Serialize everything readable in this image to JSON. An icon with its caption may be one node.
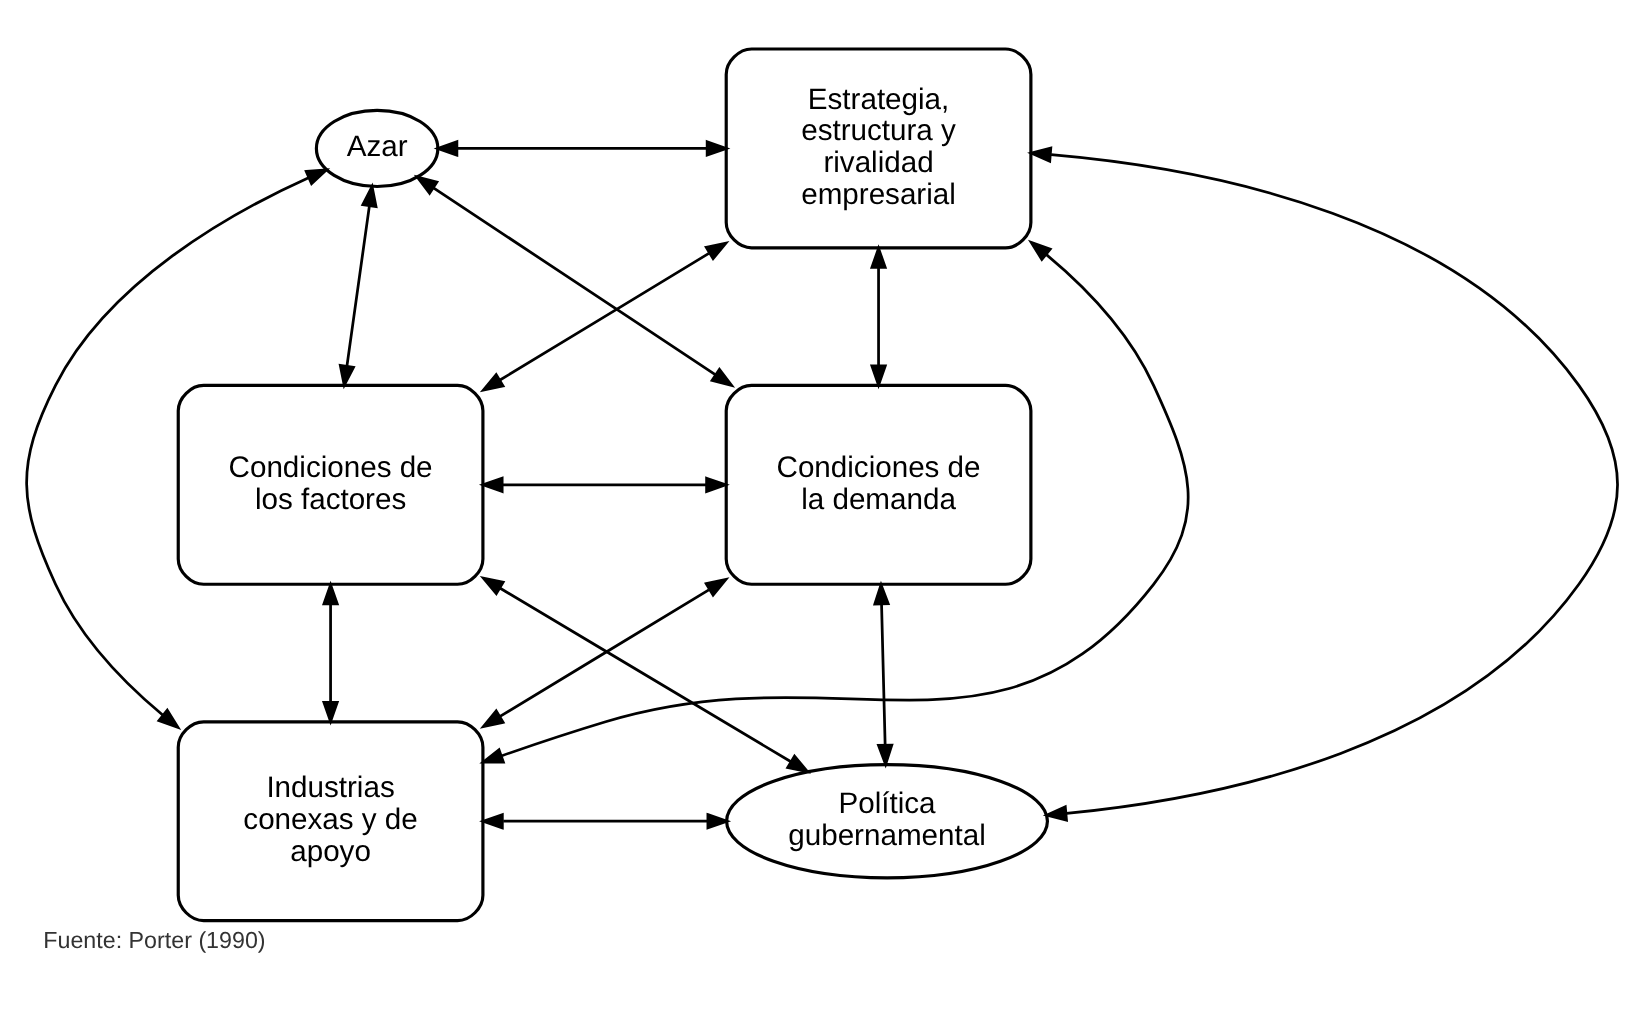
{
  "diagram": {
    "caption": "Fuente: Porter (1990)",
    "nodes": [
      {
        "text": [
          "Azar"
        ]
      },
      {
        "text": [
          "Estrategia, estructura y rivalidad empresarial"
        ]
      },
      {
        "text": [
          "Condiciones de los factores"
        ]
      },
      {
        "text": [
          "Condiciones de la demanda"
        ]
      },
      {
        "text": [
          "Industrias conexas y de apoyo"
        ]
      },
      {
        "text": [
          "Política gubernamental"
        ]
      }
    ],
    "edges": [
      {
        "from": 0,
        "to": 1,
        "arrow": "both"
      },
      {
        "from": 0,
        "to": 2,
        "arrow": "both"
      },
      {
        "from": 0,
        "to": 3,
        "arrow": "both"
      },
      {
        "from": 0,
        "to": 4,
        "arrow": "both"
      },
      {
        "from": 1,
        "to": 3,
        "arrow": "both"
      },
      {
        "from": 1,
        "to": 2,
        "arrow": "both"
      },
      {
        "from": 1,
        "to": 4,
        "arrow": "both"
      },
      {
        "from": 1,
        "to": 5,
        "arrow": "both"
      },
      {
        "from": 2,
        "to": 3,
        "arrow": "both"
      },
      {
        "from": 2,
        "to": 4,
        "arrow": "both"
      },
      {
        "from": 2,
        "to": 5,
        "arrow": "both"
      },
      {
        "from": 3,
        "to": 4,
        "arrow": "both"
      },
      {
        "from": 3,
        "to": 5,
        "arrow": "both"
      },
      {
        "from": 4,
        "to": 5,
        "arrow": "both"
      }
    ]
  }
}
